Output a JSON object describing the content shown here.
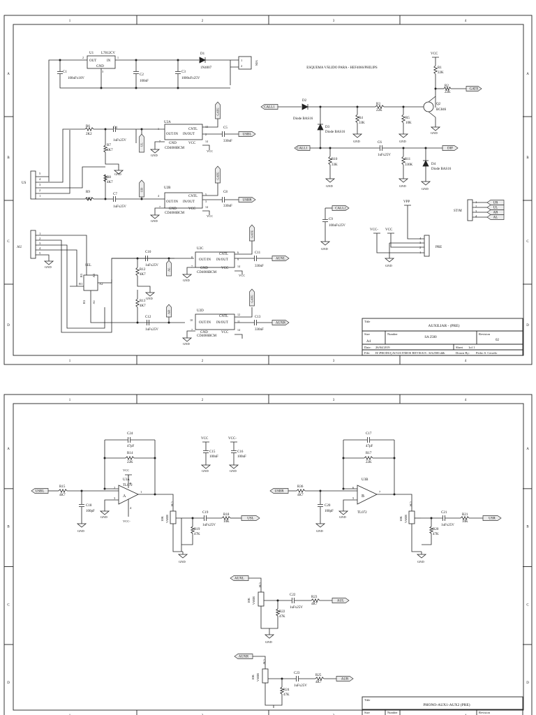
{
  "sheet1": {
    "border": {
      "cols": [
        "1",
        "2",
        "3",
        "4"
      ],
      "rows": [
        "A",
        "B",
        "C",
        "D"
      ]
    },
    "note": "ESQUEMA VÁLIDO PARA - HEF4066/PHILIPS",
    "title_block": {
      "title_label": "Title",
      "title": "AUXILIAR - (PRE)",
      "size_label": "Size",
      "size": "A4",
      "number_label": "Number",
      "number": "SA 2500",
      "revision_label": "Revision",
      "revision": "02",
      "date_label": "Date:",
      "date": "26/04/2019",
      "sheet_label": "Sheet",
      "sheet": "1of 1",
      "file_label": "File:",
      "file": "H:\\PRODUÇAO\\ULTIMOS REVISAO\\..\\SA2500.ddb",
      "drawn_label": "Drawn By:",
      "drawn": "Pedro S. Cerzelo"
    },
    "labels": {
      "u1": "U1",
      "u1_part": "L7812CV",
      "u1_out": "OUT",
      "u1_in": "IN",
      "u1_gnd": "GND",
      "u1_p1": "1",
      "u1_p2": "2",
      "u1_p3": "3",
      "d1": "D1",
      "d1_part": "1N4007",
      "j_vin": "VIN",
      "j_vin_p1": "1",
      "j_vin_p2": "2",
      "c1": "C1",
      "c1_val": "100uFx16V",
      "c2": "C2",
      "c2_val": "100nF",
      "c3": "C3",
      "c3_val": "1000uFx25V",
      "vcc": "VCC",
      "gnd": "GND",
      "vccn": "VCC-",
      "r1": "R1",
      "r1_val": "22K",
      "r2": "R2",
      "r2_val": "22K",
      "gate": "GATE",
      "q2": "Q2",
      "q2_part": "BC846",
      "call1": "CALL1",
      "call2": "CALL2",
      "d2": "D2",
      "d2_part": "Diode BAS16",
      "d3": "D3",
      "d3_part": "Diode BAS16",
      "d4": "D4",
      "d4_part": "Diode BAS16",
      "r3": "R3",
      "r3_val": "22K",
      "r4": "R4",
      "r4_val": "33K",
      "r5": "R5",
      "r5_val": "10K",
      "c6": "C6",
      "c6_val": "1uFx25V",
      "dif": "DIF",
      "r10": "R10",
      "r10_val": "33K",
      "r11": "R11",
      "r11_val": "330K",
      "c9": "C9",
      "c9_val": "100uFx25V",
      "r6": "R6",
      "r6_val": "2K2",
      "r7": "R7",
      "r7_val": "4K7",
      "r8": "R8",
      "r8_val": "4K7",
      "r9": "R9",
      "r9_val": "2K2",
      "c4": "C4",
      "c4_val": "1uFx25V",
      "c7": "C7",
      "c7_val": "1uFx25V",
      "u2a": "U2A",
      "u2b": "U2B",
      "u2c": "U2C",
      "u2d": "U2D",
      "u2_part": "CD4066BCM",
      "sw_cntl": "CNTL",
      "sw_outin": "OUT/IN",
      "sw_inout": "IN/OUT",
      "c5": "C5",
      "c5_val": "330nF",
      "c8": "C8",
      "c8_val": "330nF",
      "usbl": "USBL",
      "usbr": "USBR",
      "ul": "UL",
      "ur": "UR",
      "us": "US",
      "au": "AU",
      "sel": "SEL",
      "j_p1": "1",
      "j_p2": "2",
      "j_p3": "3",
      "j_p4": "4",
      "j_p5": "5",
      "a1": "A1",
      "a2": "A2",
      "a3": "A3",
      "b1": "B1",
      "b3": "B3",
      "c10": "C10",
      "c10_val": "1uFx25V",
      "c12": "C12",
      "c12_val": "1uFx25V",
      "r12": "R12",
      "r12_val": "4K7",
      "r13": "R13",
      "r13_val": "4K7",
      "c11": "C11",
      "c11_val": "330nF",
      "c13": "C13",
      "c13_val": "330nF",
      "auxl": "AUXL",
      "auxr": "AUXR",
      "al": "AL",
      "ar": "AR",
      "stm": "ST/M",
      "pre": "PRE",
      "vpp": "VPP",
      "pin_1": "1",
      "pin_2": "2",
      "pin_3": "3",
      "pin_4": "4",
      "pin_5": "5",
      "pin_6": "6",
      "pin_7": "7",
      "pin_8": "8",
      "pin_9": "9",
      "pin_10": "10",
      "pin_11": "11",
      "pin_12": "12",
      "pin_13": "13",
      "pin_14": "14"
    }
  },
  "sheet2": {
    "border": {
      "cols": [
        "1",
        "2",
        "3",
        "4"
      ],
      "rows": [
        "A",
        "B",
        "C",
        "D"
      ]
    },
    "title_block": {
      "title_label": "Title",
      "title": "PHONO-AUX1-AUX2 (PRE)",
      "size_label": "Size",
      "number_label": "Number",
      "revision_label": "Revision"
    },
    "labels": {
      "c24": "C24",
      "c24_val": "47pF",
      "r14": "R14",
      "r14_val": "22K",
      "u3a": "U3A",
      "u3_part": "TL072",
      "u3b": "U3B",
      "r15": "R15",
      "r15_val": "4K7",
      "c18": "C18",
      "c18_val": "100pF",
      "usbl": "USBL",
      "usbr": "USBR",
      "vcc": "VCC",
      "vccn": "VCC-",
      "gnd": "GND",
      "c15": "C15",
      "c15_val": "100nF",
      "c16": "C16",
      "c16_val": "100nF",
      "c17": "C17",
      "c17_val": "47pF",
      "r17": "R17",
      "r17_val": "22K",
      "r36": "R36",
      "r36_val": "4K7",
      "c20": "C20",
      "c20_val": "100pF",
      "pot": "10K",
      "pot_sub": "VARIR",
      "cw": "CW",
      "c19": "C19",
      "c19_val": "1uFx25V",
      "r18": "R18",
      "r18_val": "10K",
      "r19": "R19",
      "r19_val": "47K",
      "usl": "USL",
      "c21": "C21",
      "c21_val": "1uFx25V",
      "r21": "R21",
      "r21_val": "10K",
      "r20": "R20",
      "r20_val": "47K",
      "usr": "USR",
      "auxl": "AUXL",
      "auxr": "AUXR",
      "c22": "C22",
      "c22_val": "1uFx25V",
      "r23": "R23",
      "r23_val": "4K7",
      "r22": "R22",
      "r22_val": "47K",
      "aul": "AUL",
      "c23": "C23",
      "c23_val": "1uFx25V",
      "r25": "R25",
      "r25_val": "4K7",
      "r24": "R24",
      "r24_val": "47K",
      "aur": "AUR",
      "op_a": "A",
      "op_b": "B",
      "pin_1": "1",
      "pin_2": "2",
      "pin_3": "3",
      "pin_4": "4",
      "pin_5": "5",
      "pin_6": "6",
      "pin_7": "7",
      "pin_8": "8"
    }
  }
}
